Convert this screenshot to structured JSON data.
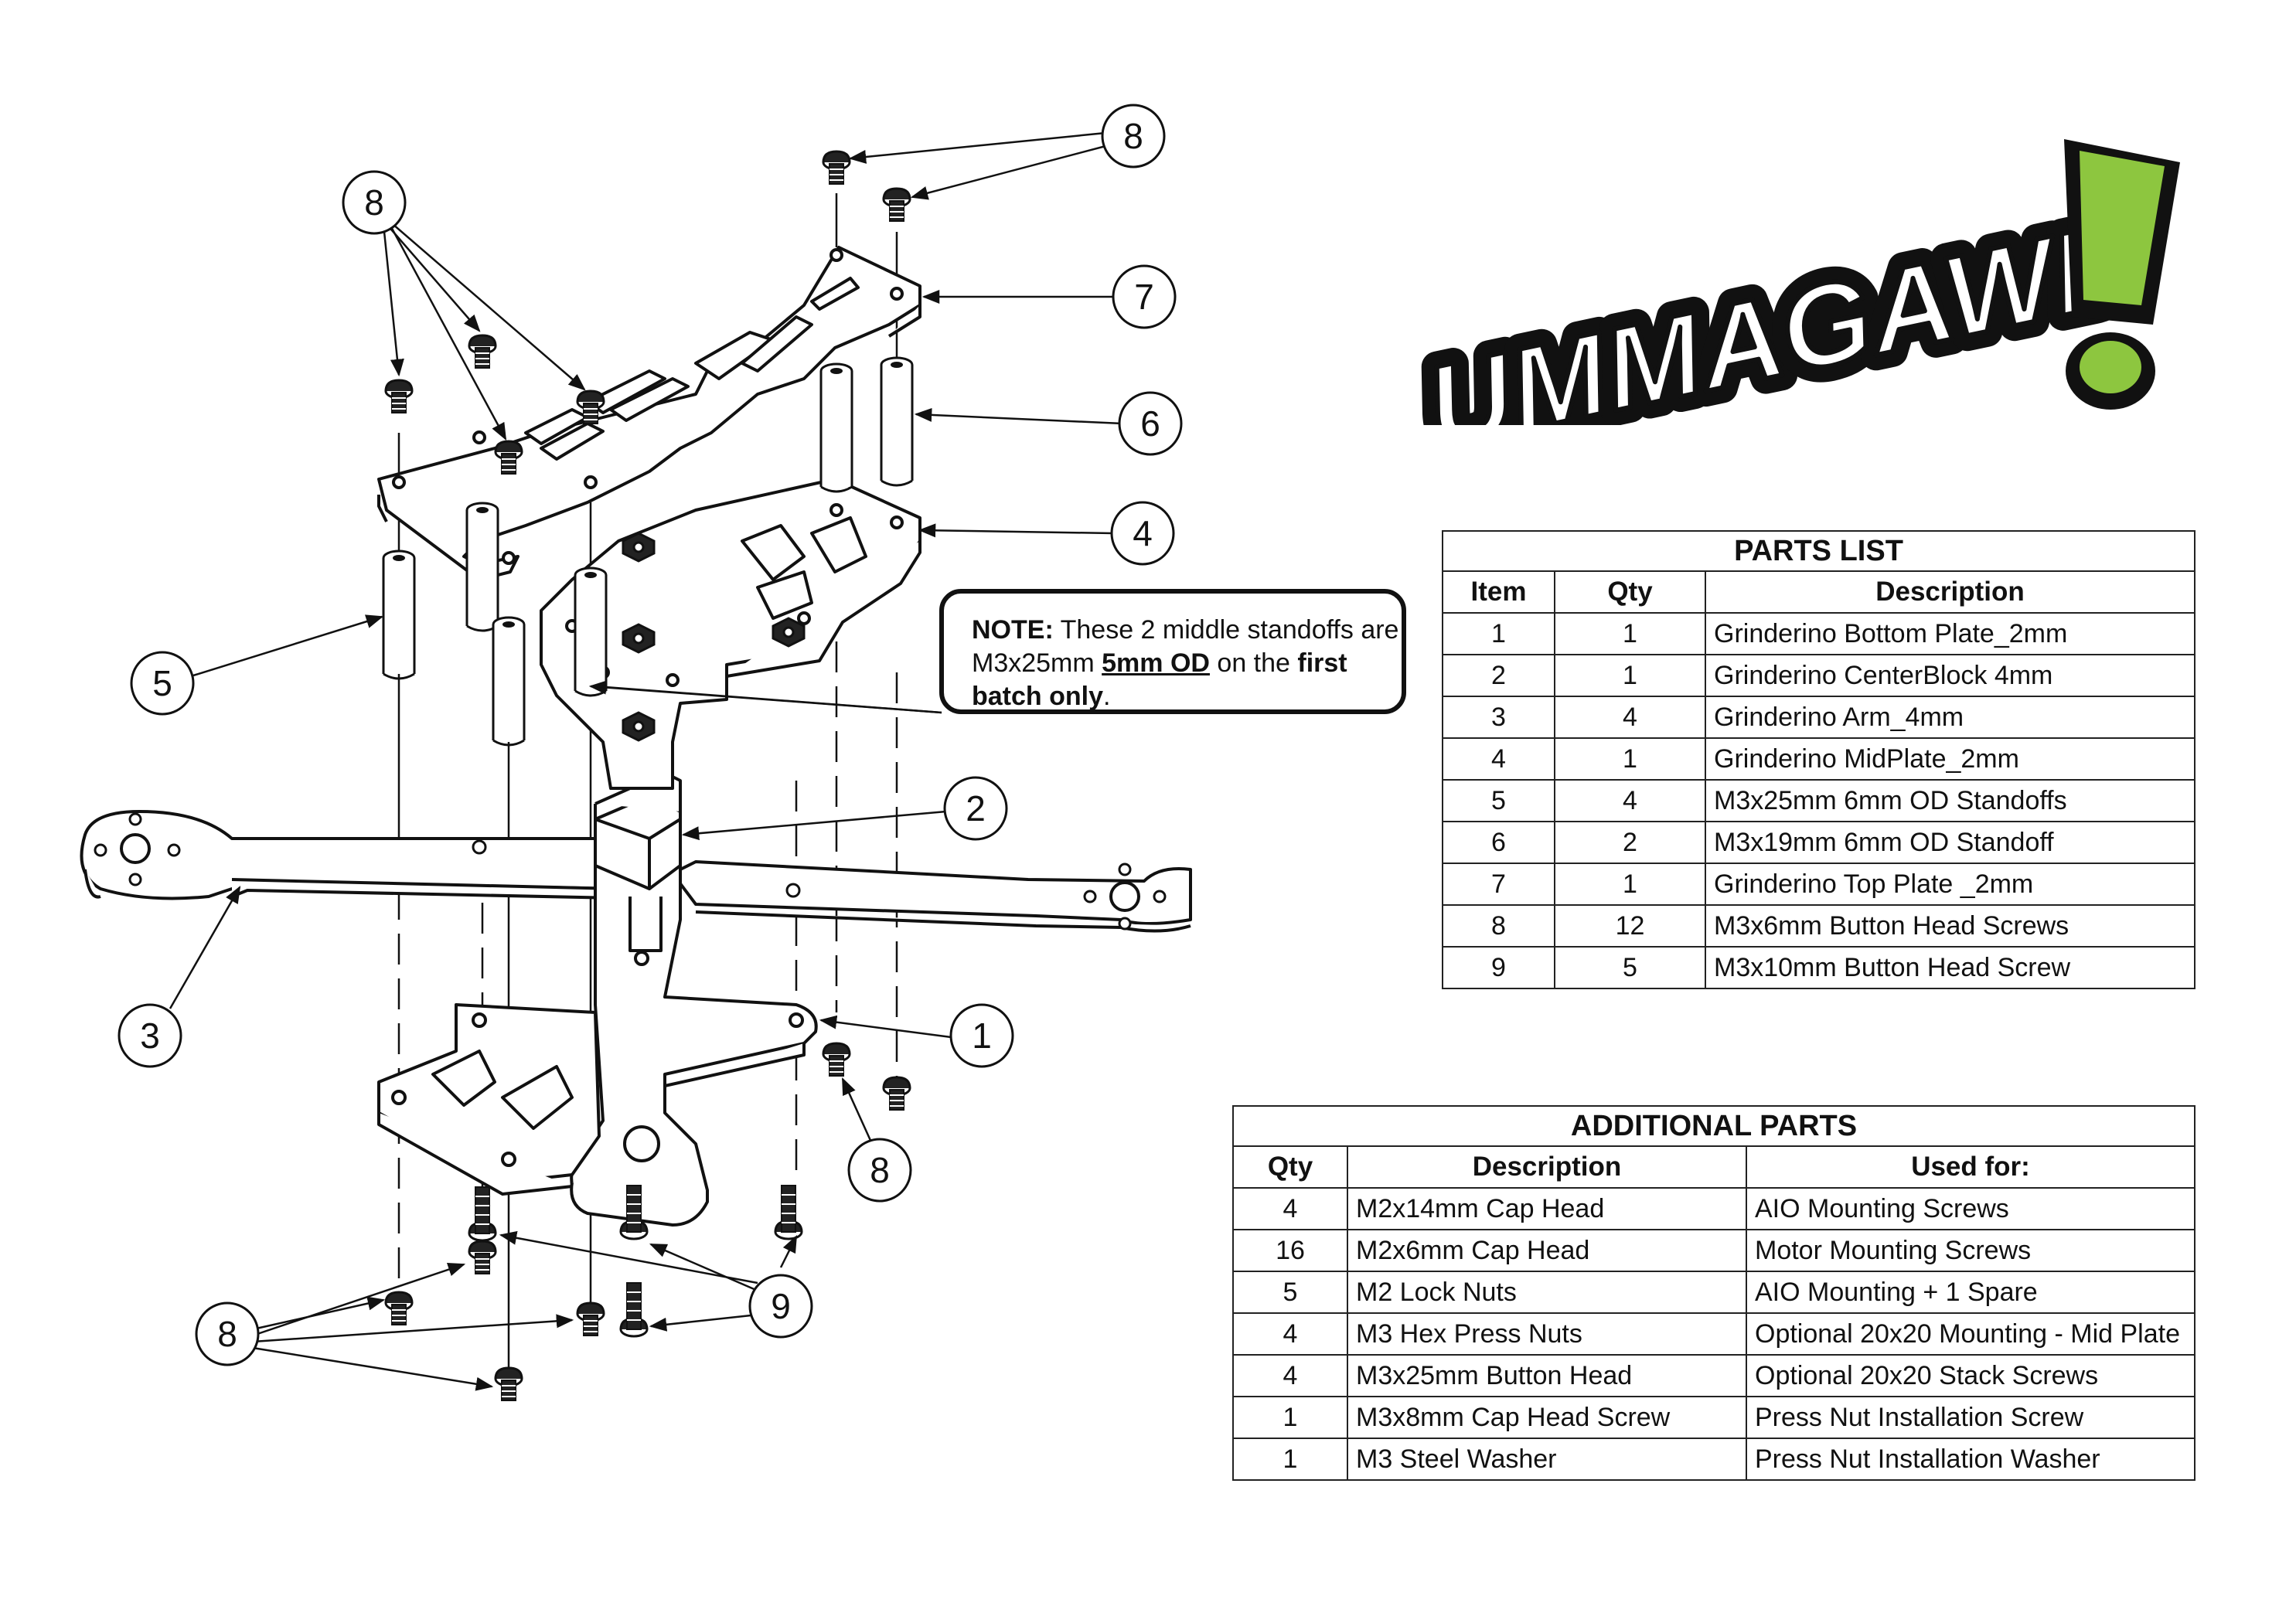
{
  "logo": {
    "text": "UMMAGAWD",
    "accent": "#8dc63f"
  },
  "note": {
    "label": "NOTE:",
    "text1": " These 2 middle standoffs are",
    "text2": "M3x25mm ",
    "emph": "5mm OD",
    "text3": " on the ",
    "first": "first",
    "batch": "batch only",
    "period": "."
  },
  "callouts": [
    "8",
    "8",
    "7",
    "6",
    "4",
    "5",
    "2",
    "3",
    "1",
    "8",
    "9",
    "8"
  ],
  "parts_list": {
    "title": "PARTS LIST",
    "headers": [
      "Item",
      "Qty",
      "Description"
    ],
    "rows": [
      [
        "1",
        "1",
        "Grinderino Bottom Plate_2mm"
      ],
      [
        "2",
        "1",
        "Grinderino CenterBlock 4mm"
      ],
      [
        "3",
        "4",
        "Grinderino Arm_4mm"
      ],
      [
        "4",
        "1",
        "Grinderino MidPlate_2mm"
      ],
      [
        "5",
        "4",
        "M3x25mm 6mm OD Standoffs"
      ],
      [
        "6",
        "2",
        "M3x19mm 6mm OD Standoff"
      ],
      [
        "7",
        "1",
        "Grinderino Top Plate _2mm"
      ],
      [
        "8",
        "12",
        "M3x6mm Button Head Screws"
      ],
      [
        "9",
        "5",
        "M3x10mm Button Head Screw"
      ]
    ]
  },
  "additional_parts": {
    "title": "ADDITIONAL PARTS",
    "headers": [
      "Qty",
      "Description",
      "Used for:"
    ],
    "rows": [
      [
        "4",
        "M2x14mm Cap Head",
        "AIO Mounting Screws"
      ],
      [
        "16",
        "M2x6mm Cap Head",
        "Motor Mounting Screws"
      ],
      [
        "5",
        "M2 Lock Nuts",
        "AIO Mounting + 1 Spare"
      ],
      [
        "4",
        "M3 Hex Press Nuts",
        "Optional 20x20 Mounting - Mid Plate"
      ],
      [
        "4",
        "M3x25mm Button Head",
        "Optional 20x20 Stack Screws"
      ],
      [
        "1",
        "M3x8mm Cap Head Screw",
        "Press Nut Installation Screw"
      ],
      [
        "1",
        "M3 Steel Washer",
        "Press Nut Installation Washer"
      ]
    ]
  }
}
